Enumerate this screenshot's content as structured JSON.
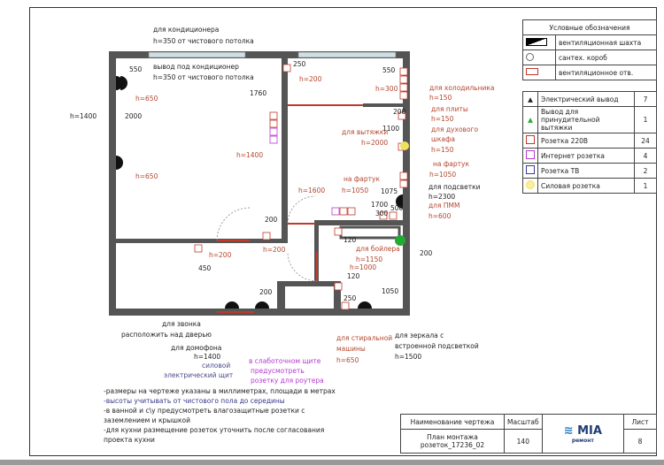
{
  "legend_top": {
    "title": "Условные обозначения",
    "items": [
      {
        "icon": "ventilation-shaft-icon",
        "label": "вентиляционная шахта"
      },
      {
        "icon": "plumbing-box-icon",
        "label": "сантех. короб"
      },
      {
        "icon": "ventilation-opening-icon",
        "label": "вентиляционное отв."
      }
    ]
  },
  "legend_symbols": [
    {
      "icon": "electric-outlet-icon",
      "label": "Электрический вывод",
      "count": "7",
      "color": "#000000"
    },
    {
      "icon": "exhaust-outlet-icon",
      "label": "Вывод для принудительной вытяжки",
      "count": "1",
      "color": "#22aa33"
    },
    {
      "icon": "socket-220v-icon",
      "label": "Розетка 220В",
      "count": "24",
      "color": "#c0392b"
    },
    {
      "icon": "internet-socket-icon",
      "label": "Интернет розетка",
      "count": "4",
      "color": "#b43ad0"
    },
    {
      "icon": "tv-socket-icon",
      "label": "Розетка ТВ",
      "count": "2",
      "color": "#3a3a9a"
    },
    {
      "icon": "power-socket-icon",
      "label": "Силовая розетка",
      "count": "1",
      "color": "#f0e060"
    }
  ],
  "title_block": {
    "name_header": "Наименование чертежа",
    "name": "План монтажа розеток_17236_02",
    "scale_header": "Масштаб",
    "scale": "140",
    "logo_text": "MIA",
    "logo_sub": "ремонт",
    "sheet_header": "Лист",
    "sheet": "8"
  },
  "notes": [
    "-размеры на чертеже указаны в миллиметрах, площади в метрах",
    "-высоты учитывать от чистового пола до середины",
    "-в ванной и с\\у предусмотреть влагозащитные розетки с",
    "заземлением и крышкой",
    "-для кухни размещение розеток уточнить после согласования",
    "проекта кухни"
  ],
  "annotations": {
    "ac1": "для кондиционера",
    "ac1h": "h=350 от чистового потолка",
    "ac2": "вывод под кондиционер",
    "ac2h": "h=350 от чистового потолка",
    "d550a": "550",
    "h650a": "h=650",
    "h1400a": "h=1400",
    "d2000": "2000",
    "h650b": "h=650",
    "d1760": "1760",
    "h1400b": "h=1400",
    "d250a": "250",
    "h200a": "h=200",
    "d550b": "550",
    "h300": "h=300",
    "fridge": "для холодильника",
    "fridgeh": "h=150",
    "stove": "для плиты",
    "stoveh": "h=150",
    "d200a": "200",
    "d1100": "1100",
    "hood": "для вытяжки",
    "hoodh": "h=2000",
    "oven": "для духового",
    "oven2": "шкафа",
    "ovenh": "h=150",
    "apron1": "на фартук",
    "apron1h": "h=1050",
    "apron2": "на фартук",
    "apron2h": "h=1050",
    "h1600": "h=1600",
    "d1075": "1075",
    "light": "для подсветки",
    "lighth": "h=2300",
    "dish": "для ПММ",
    "dishh": "h=600",
    "d1700": "1700",
    "d300": "300",
    "d500": "500",
    "d200b": "200",
    "h200b": "h=200",
    "h200c": "h=200",
    "d450": "450",
    "d120a": "120",
    "boiler": "для бойлера",
    "boilerh": "h=1150",
    "h1000": "h=1000",
    "d120b": "120",
    "d200c": "200",
    "d200d": "200",
    "d250b": "250",
    "d1050": "1050",
    "bell": "для звонка",
    "bell2": "расположить над дверью",
    "intercom": "для домофона",
    "intercomh": "h=1400",
    "panel": "силовой",
    "panel2": "электрический щит",
    "router": "в слаботочном щите",
    "router2": "предусмотреть",
    "router3": "розетку для роутера",
    "washer": "для стиральной",
    "washer2": "машины",
    "washerh": "h=650",
    "mirror": "для зеркала с",
    "mirror2": "встроенной подсветкой",
    "mirrorh": "h=1500"
  }
}
